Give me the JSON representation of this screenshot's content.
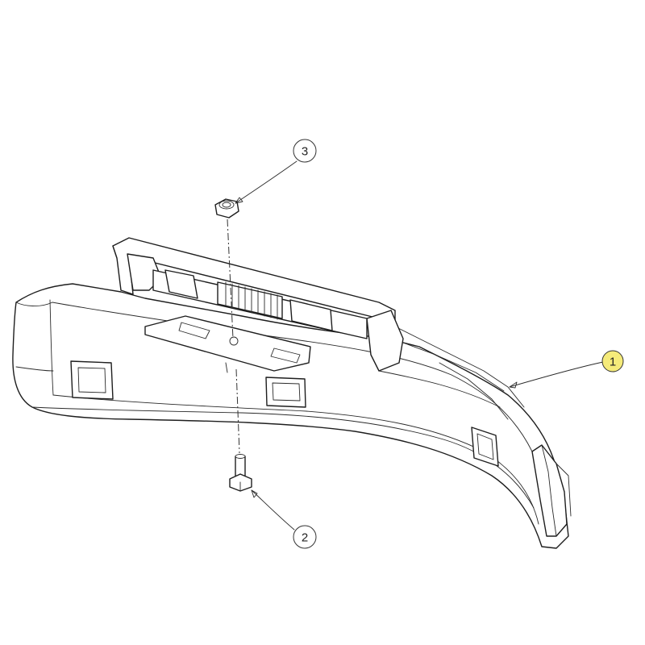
{
  "callouts": [
    {
      "id": "1",
      "label": "1",
      "highlight": "#f5eb7a"
    },
    {
      "id": "2",
      "label": "2"
    },
    {
      "id": "3",
      "label": "3"
    }
  ],
  "colors": {
    "line": "#1e1e1e",
    "background": "#ffffff",
    "highlight": "#f5eb7a"
  }
}
